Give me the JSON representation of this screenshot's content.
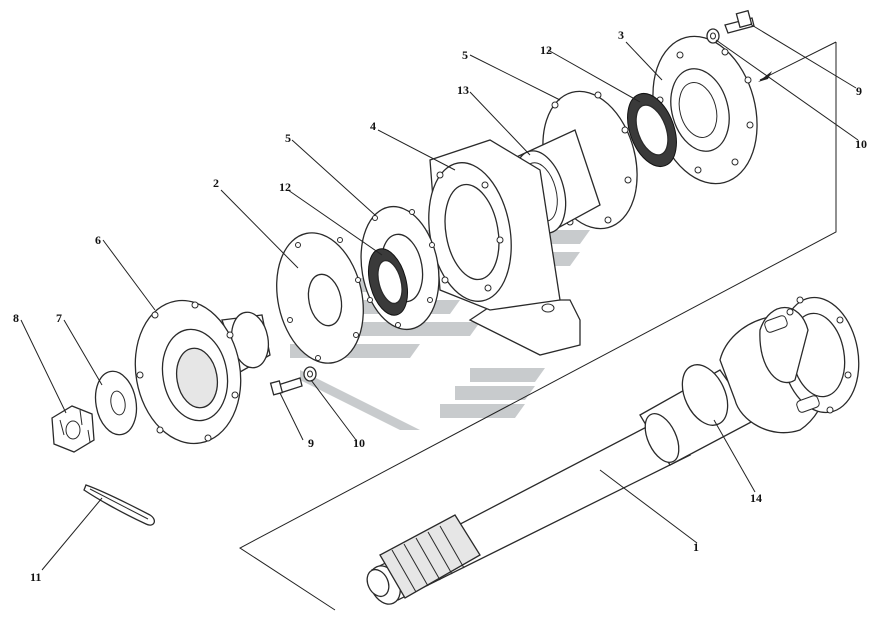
{
  "diagram": {
    "callouts": [
      {
        "id": "c1",
        "text": "1"
      },
      {
        "id": "c2",
        "text": "2"
      },
      {
        "id": "c3",
        "text": "3"
      },
      {
        "id": "c4",
        "text": "4"
      },
      {
        "id": "c5a",
        "text": "5"
      },
      {
        "id": "c5b",
        "text": "5"
      },
      {
        "id": "c6",
        "text": "6"
      },
      {
        "id": "c7",
        "text": "7"
      },
      {
        "id": "c8",
        "text": "8"
      },
      {
        "id": "c9a",
        "text": "9"
      },
      {
        "id": "c9b",
        "text": "9"
      },
      {
        "id": "c10a",
        "text": "10"
      },
      {
        "id": "c10b",
        "text": "10"
      },
      {
        "id": "c11",
        "text": "11"
      },
      {
        "id": "c12a",
        "text": "12"
      },
      {
        "id": "c12b",
        "text": "12"
      },
      {
        "id": "c13",
        "text": "13"
      },
      {
        "id": "c14",
        "text": "14"
      }
    ]
  }
}
